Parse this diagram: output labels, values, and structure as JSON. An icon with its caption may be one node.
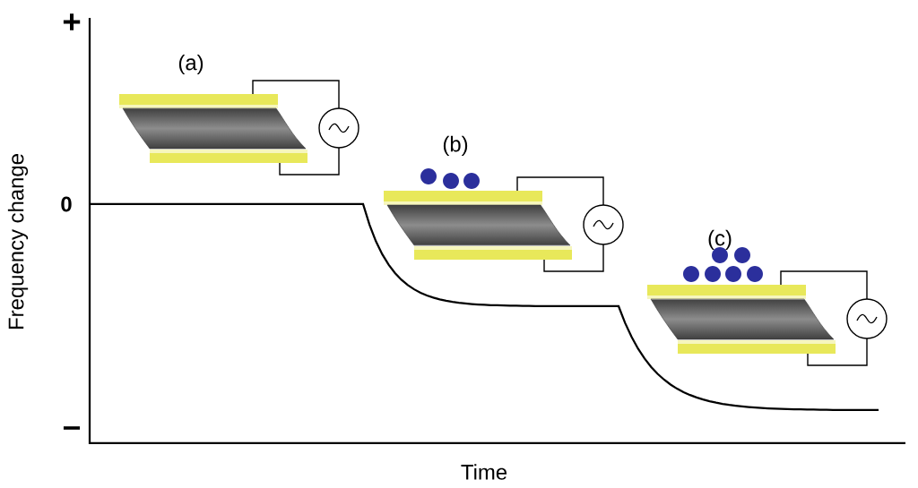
{
  "diagram": {
    "labels": [
      "+",
      "0",
      "–",
      "Frequency change",
      "Time",
      "(a)",
      "(b)",
      "(c)"
    ]
  }
}
